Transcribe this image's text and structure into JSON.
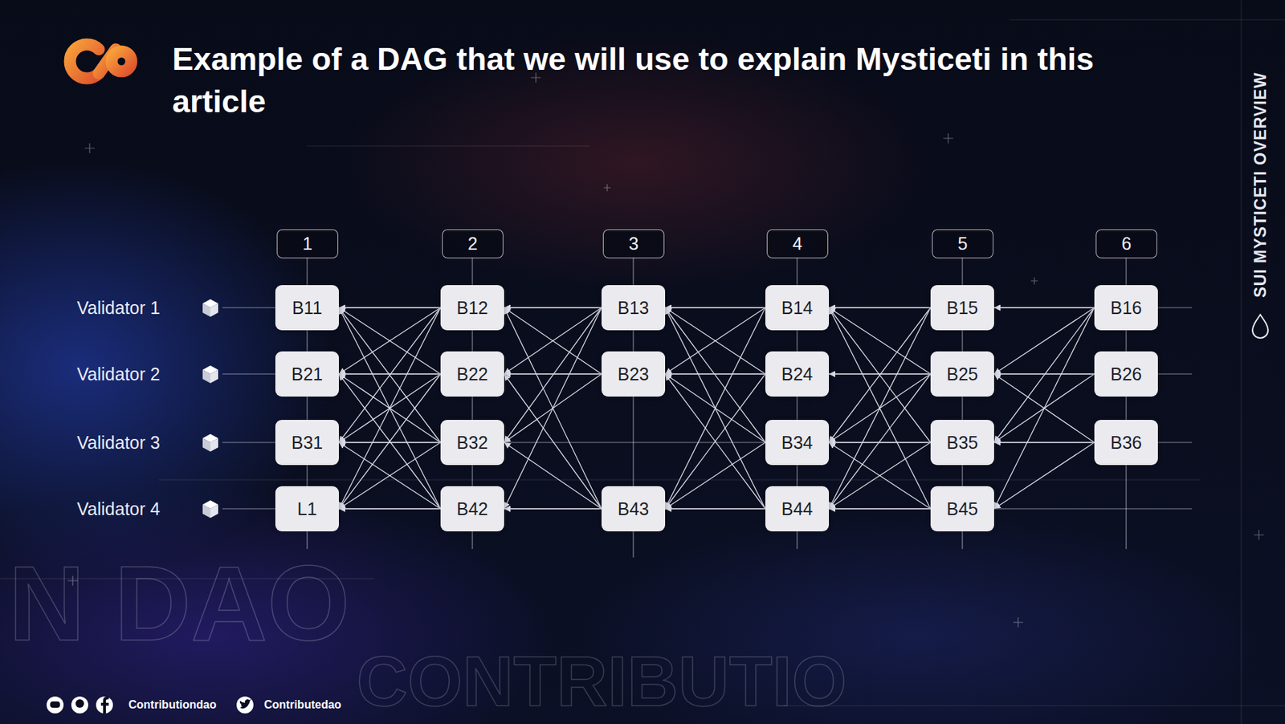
{
  "diagram": {
    "title": "Example of a DAG that we will use to explain Mysticeti in this article",
    "nodes": [
      {
        "text": [
          "1"
        ]
      },
      {
        "text": [
          "2"
        ]
      },
      {
        "text": [
          "3"
        ]
      },
      {
        "text": [
          "4"
        ]
      },
      {
        "text": [
          "5"
        ]
      },
      {
        "text": [
          "6"
        ]
      },
      {
        "text": [
          "B11"
        ]
      },
      {
        "text": [
          "B12"
        ]
      },
      {
        "text": [
          "B13"
        ]
      },
      {
        "text": [
          "B14"
        ]
      },
      {
        "text": [
          "B15"
        ]
      },
      {
        "text": [
          "B16"
        ]
      },
      {
        "text": [
          "B21"
        ]
      },
      {
        "text": [
          "B22"
        ]
      },
      {
        "text": [
          "B23"
        ]
      },
      {
        "text": [
          "B24"
        ]
      },
      {
        "text": [
          "B25"
        ]
      },
      {
        "text": [
          "B26"
        ]
      },
      {
        "text": [
          "B31"
        ]
      },
      {
        "text": [
          "B32"
        ]
      },
      {
        "text": [
          "B34"
        ]
      },
      {
        "text": [
          "B35"
        ]
      },
      {
        "text": [
          "B36"
        ]
      },
      {
        "text": [
          "L1"
        ]
      },
      {
        "text": [
          "B42"
        ]
      },
      {
        "text": [
          "B43"
        ]
      },
      {
        "text": [
          "B44"
        ]
      },
      {
        "text": [
          "B45"
        ]
      }
    ],
    "edges": [
      {
        "from": 7,
        "to": 6,
        "arrow": "to"
      },
      {
        "from": 7,
        "to": 12,
        "arrow": "to"
      },
      {
        "from": 7,
        "to": 18,
        "arrow": "to"
      },
      {
        "from": 7,
        "to": 23,
        "arrow": "to"
      },
      {
        "from": 13,
        "to": 6,
        "arrow": "to"
      },
      {
        "from": 13,
        "to": 12,
        "arrow": "to"
      },
      {
        "from": 13,
        "to": 18,
        "arrow": "to"
      },
      {
        "from": 13,
        "to": 23,
        "arrow": "to"
      },
      {
        "from": 19,
        "to": 6,
        "arrow": "to"
      },
      {
        "from": 19,
        "to": 12,
        "arrow": "to"
      },
      {
        "from": 19,
        "to": 18,
        "arrow": "to"
      },
      {
        "from": 19,
        "to": 23,
        "arrow": "to"
      },
      {
        "from": 24,
        "to": 6,
        "arrow": "to"
      },
      {
        "from": 24,
        "to": 12,
        "arrow": "to"
      },
      {
        "from": 24,
        "to": 18,
        "arrow": "to"
      },
      {
        "from": 24,
        "to": 23,
        "arrow": "to"
      },
      {
        "from": 8,
        "to": 7,
        "arrow": "to"
      },
      {
        "from": 8,
        "to": 13,
        "arrow": "to"
      },
      {
        "from": 8,
        "to": 19,
        "arrow": "to"
      },
      {
        "from": 8,
        "to": 24,
        "arrow": "to"
      },
      {
        "from": 14,
        "to": 7,
        "arrow": "to"
      },
      {
        "from": 14,
        "to": 13,
        "arrow": "to"
      },
      {
        "from": 14,
        "to": 19,
        "arrow": "to"
      },
      {
        "from": 25,
        "to": 7,
        "arrow": "to"
      },
      {
        "from": 25,
        "to": 13,
        "arrow": "to"
      },
      {
        "from": 25,
        "to": 19,
        "arrow": "to"
      },
      {
        "from": 25,
        "to": 24,
        "arrow": "to"
      },
      {
        "from": 9,
        "to": 8,
        "arrow": "to"
      },
      {
        "from": 9,
        "to": 14,
        "arrow": "to"
      },
      {
        "from": 9,
        "to": 25,
        "arrow": "to"
      },
      {
        "from": 15,
        "to": 8,
        "arrow": "to"
      },
      {
        "from": 15,
        "to": 14,
        "arrow": "to"
      },
      {
        "from": 15,
        "to": 25,
        "arrow": "to"
      },
      {
        "from": 20,
        "to": 8,
        "arrow": "to"
      },
      {
        "from": 20,
        "to": 14,
        "arrow": "to"
      },
      {
        "from": 20,
        "to": 25,
        "arrow": "to"
      },
      {
        "from": 26,
        "to": 8,
        "arrow": "to"
      },
      {
        "from": 26,
        "to": 14,
        "arrow": "to"
      },
      {
        "from": 26,
        "to": 25,
        "arrow": "to"
      },
      {
        "from": 10,
        "to": 9,
        "arrow": "to"
      },
      {
        "from": 10,
        "to": 20,
        "arrow": "to"
      },
      {
        "from": 10,
        "to": 26,
        "arrow": "to"
      },
      {
        "from": 16,
        "to": 9,
        "arrow": "to"
      },
      {
        "from": 16,
        "to": 15,
        "arrow": "to"
      },
      {
        "from": 16,
        "to": 20,
        "arrow": "to"
      },
      {
        "from": 16,
        "to": 26,
        "arrow": "to"
      },
      {
        "from": 21,
        "to": 9,
        "arrow": "to"
      },
      {
        "from": 21,
        "to": 20,
        "arrow": "to"
      },
      {
        "from": 21,
        "to": 26,
        "arrow": "to"
      },
      {
        "from": 27,
        "to": 9,
        "arrow": "to"
      },
      {
        "from": 27,
        "to": 20,
        "arrow": "to"
      },
      {
        "from": 27,
        "to": 26,
        "arrow": "to"
      },
      {
        "from": 11,
        "to": 10,
        "arrow": "to"
      },
      {
        "from": 11,
        "to": 16,
        "arrow": "to"
      },
      {
        "from": 11,
        "to": 21,
        "arrow": "to"
      },
      {
        "from": 11,
        "to": 27,
        "arrow": "to"
      },
      {
        "from": 17,
        "to": 16,
        "arrow": "to"
      },
      {
        "from": 17,
        "to": 21,
        "arrow": "to"
      },
      {
        "from": 22,
        "to": 16,
        "arrow": "to"
      },
      {
        "from": 22,
        "to": 21,
        "arrow": "to"
      },
      {
        "from": 22,
        "to": 27,
        "arrow": "to"
      }
    ],
    "labels": [
      "Validator 1",
      "Validator 2",
      "Validator 3",
      "Validator 4",
      "SUI MYSTICETI OVERVIEW",
      "N DAO",
      "CONTRIBUTIO",
      "Contributiondao",
      "Contributedao"
    ]
  }
}
